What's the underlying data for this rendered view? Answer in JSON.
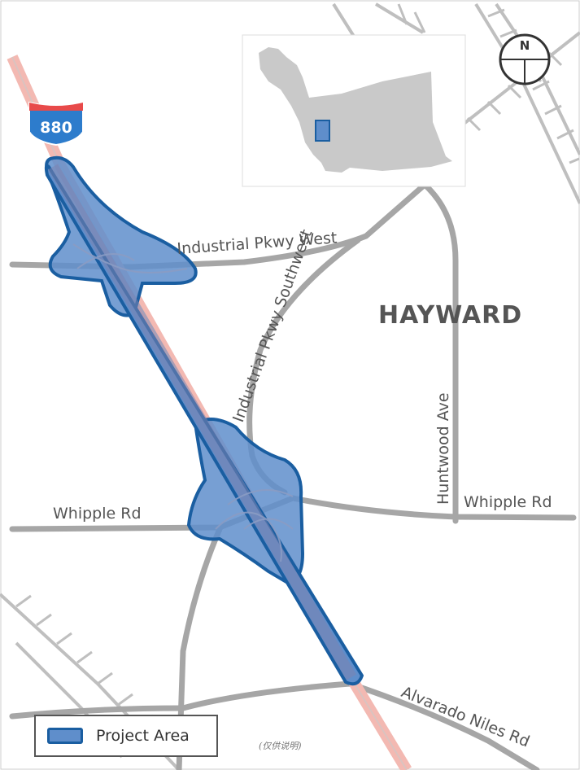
{
  "map": {
    "city_label": "HAYWARD",
    "highway_shield": "880",
    "north_label": "N",
    "roads": {
      "industrial_pkwy_west": "Industrial Pkwy West",
      "industrial_pkwy_southwest": "Industrial Pkwy Southwest",
      "huntwood_ave": "Huntwood Ave",
      "whipple_rd_west": "Whipple Rd",
      "whipple_rd_east": "Whipple Rd",
      "alvarado_niles_rd": "Alvarado Niles Rd"
    },
    "legend": {
      "project_area_label": "Project Area"
    },
    "footnote": "(仅供说明)",
    "colors": {
      "road": "#a6a6a6",
      "highway": "#f3b9b2",
      "project_fill": "#5f8ecb",
      "project_stroke": "#1a5ea1",
      "inset_shape": "#c9c9c9",
      "text": "#555555"
    }
  }
}
